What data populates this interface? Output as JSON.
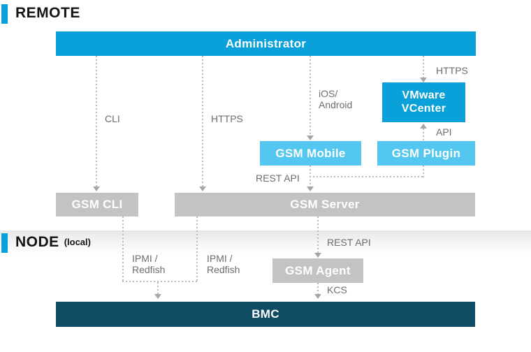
{
  "sections": {
    "remote": {
      "label": "REMOTE"
    },
    "node": {
      "label": "NODE",
      "sublabel": "(local)"
    }
  },
  "boxes": {
    "administrator": {
      "label": "Administrator"
    },
    "vmware": {
      "line1": "VMware",
      "line2": "VCenter"
    },
    "gsm_mobile": {
      "label": "GSM Mobile"
    },
    "gsm_plugin": {
      "label": "GSM Plugin"
    },
    "gsm_cli": {
      "label": "GSM CLI"
    },
    "gsm_server": {
      "label": "GSM Server"
    },
    "gsm_agent": {
      "label": "GSM Agent"
    },
    "bmc": {
      "label": "BMC"
    }
  },
  "edges": {
    "cli": {
      "label": "CLI"
    },
    "https_left": {
      "label": "HTTPS"
    },
    "ios_android": {
      "line1": "iOS/",
      "line2": "Android"
    },
    "https_right": {
      "label": "HTTPS"
    },
    "api": {
      "label": "API"
    },
    "rest_api_remote": {
      "label": "REST API"
    },
    "rest_api_node": {
      "label": "REST API"
    },
    "ipmi_left": {
      "line1": "IPMI /",
      "line2": "Redfish"
    },
    "ipmi_right": {
      "line1": "IPMI /",
      "line2": "Redfish"
    },
    "kcs": {
      "label": "KCS"
    }
  },
  "colors": {
    "blue": "#0aa0d9",
    "light_blue": "#54c7f0",
    "gray": "#c3c3c3",
    "dark_teal": "#0e4d63",
    "label_gray": "#6d6d6d",
    "dash_gray": "#b9b9b9"
  }
}
